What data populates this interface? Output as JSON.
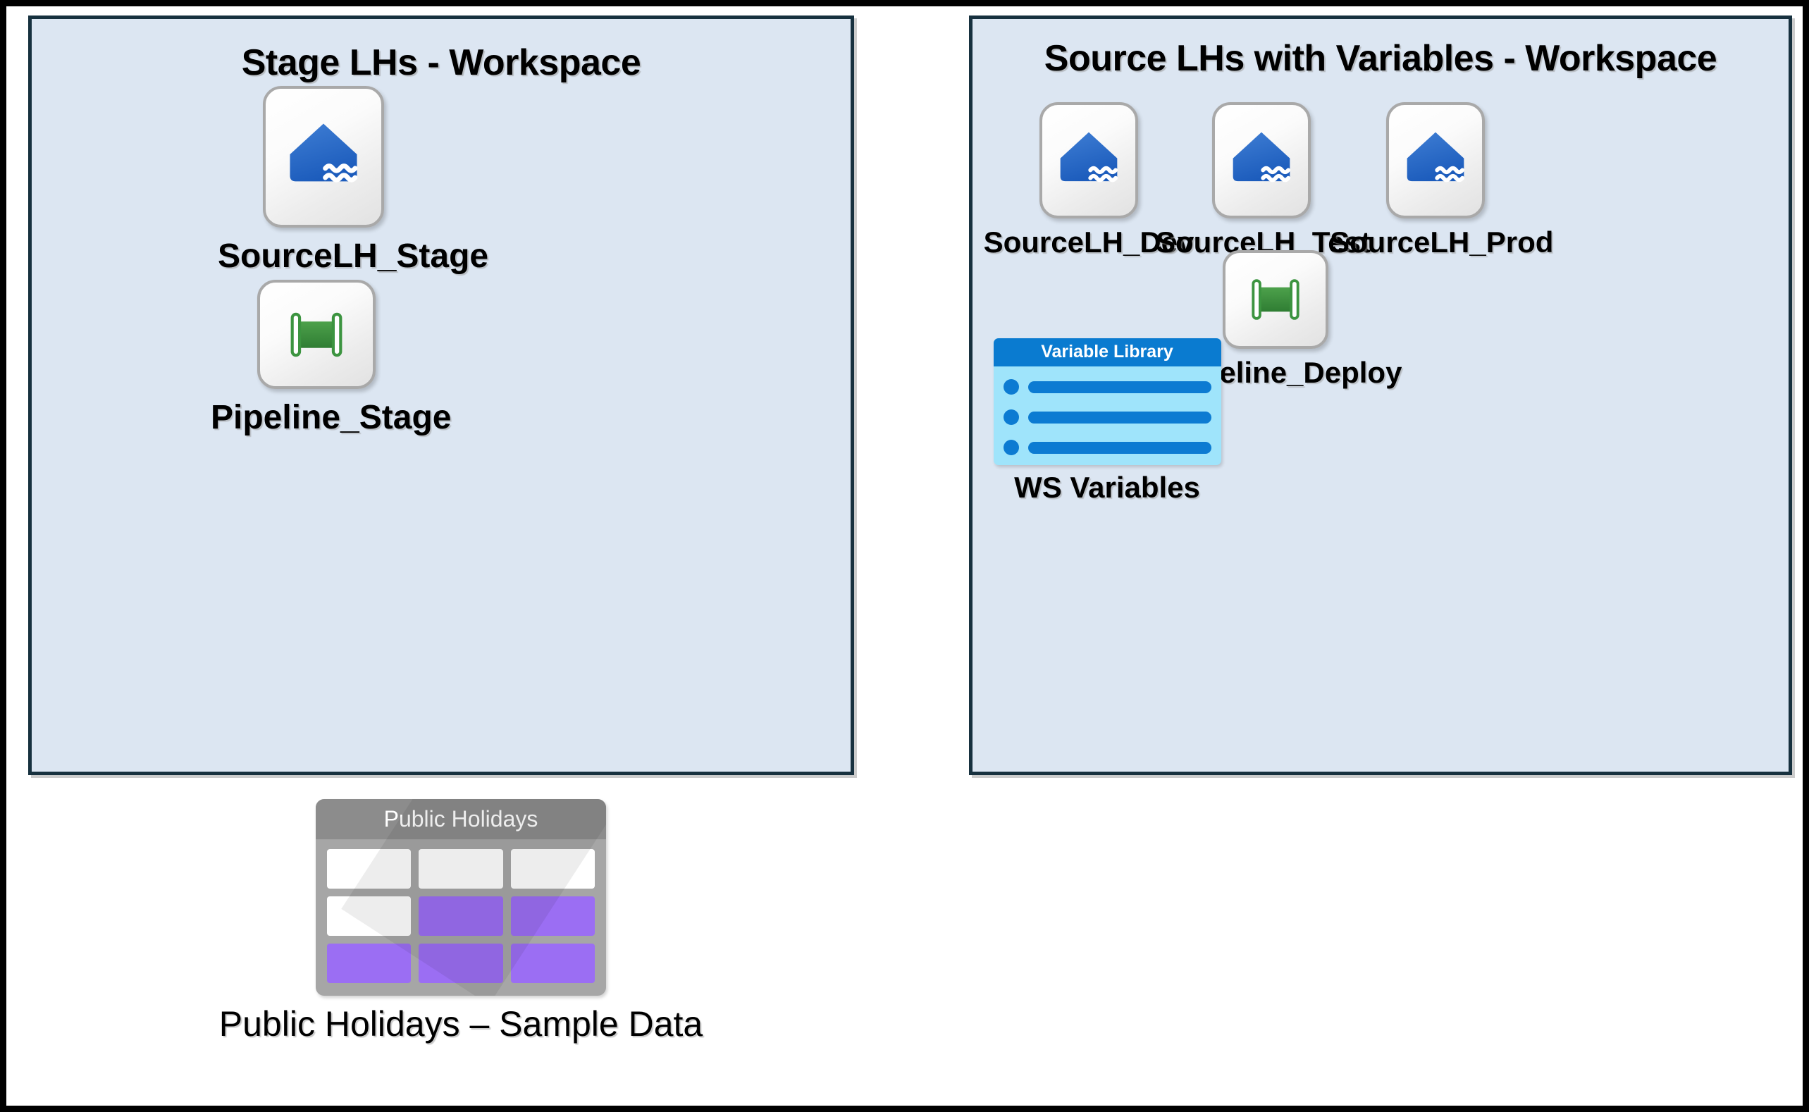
{
  "page": {
    "background": "#ffffff",
    "outer_border_color": "#000000"
  },
  "workspaces": [
    {
      "id": "stage",
      "title": "Stage LHs - Workspace",
      "fill": "#dce6f2",
      "border": "#17313f",
      "items": [
        {
          "kind": "lakehouse",
          "label": "SourceLH_Stage",
          "icon": "lakehouse-icon"
        },
        {
          "kind": "pipeline",
          "label": "Pipeline_Stage",
          "icon": "pipeline-icon"
        }
      ]
    },
    {
      "id": "source",
      "title": "Source LHs with Variables - Workspace",
      "fill": "#dce6f2",
      "border": "#17313f",
      "items": [
        {
          "kind": "lakehouse",
          "label": "SourceLH_Dev",
          "icon": "lakehouse-icon"
        },
        {
          "kind": "lakehouse",
          "label": "SourceLH_Test",
          "icon": "lakehouse-icon"
        },
        {
          "kind": "lakehouse",
          "label": "SourceLH_Prod",
          "icon": "lakehouse-icon"
        },
        {
          "kind": "pipeline",
          "label": "Pipeline_Deploy",
          "icon": "pipeline-icon"
        },
        {
          "kind": "variable-library",
          "label": "WS Variables",
          "icon": "variable-library-icon",
          "card_title": "Variable Library"
        }
      ]
    }
  ],
  "standalone": {
    "label": "Public Holidays – Sample Data",
    "icon": "table-icon",
    "card_title": "Public Holidays",
    "table_cells": [
      [
        "white",
        "white",
        "white"
      ],
      [
        "white",
        "purple",
        "purple"
      ],
      [
        "purple",
        "purple",
        "purple"
      ]
    ]
  },
  "colors": {
    "lakehouse_blue_light": "#3b79d0",
    "lakehouse_blue_dark": "#1f5fbf",
    "pipeline_green_light": "#4a9e48",
    "pipeline_green_dark": "#2e7d32",
    "variable_header_blue": "#0a7bd0",
    "variable_body_blue": "#9fe4fb",
    "table_header_gray": "#8c8c8c",
    "table_body_gray": "#a6a6a6",
    "table_cell_purple": "#9b6ef3",
    "table_cell_white": "#ffffff",
    "workspace_fill": "#dce6f2",
    "workspace_border": "#17313f"
  }
}
